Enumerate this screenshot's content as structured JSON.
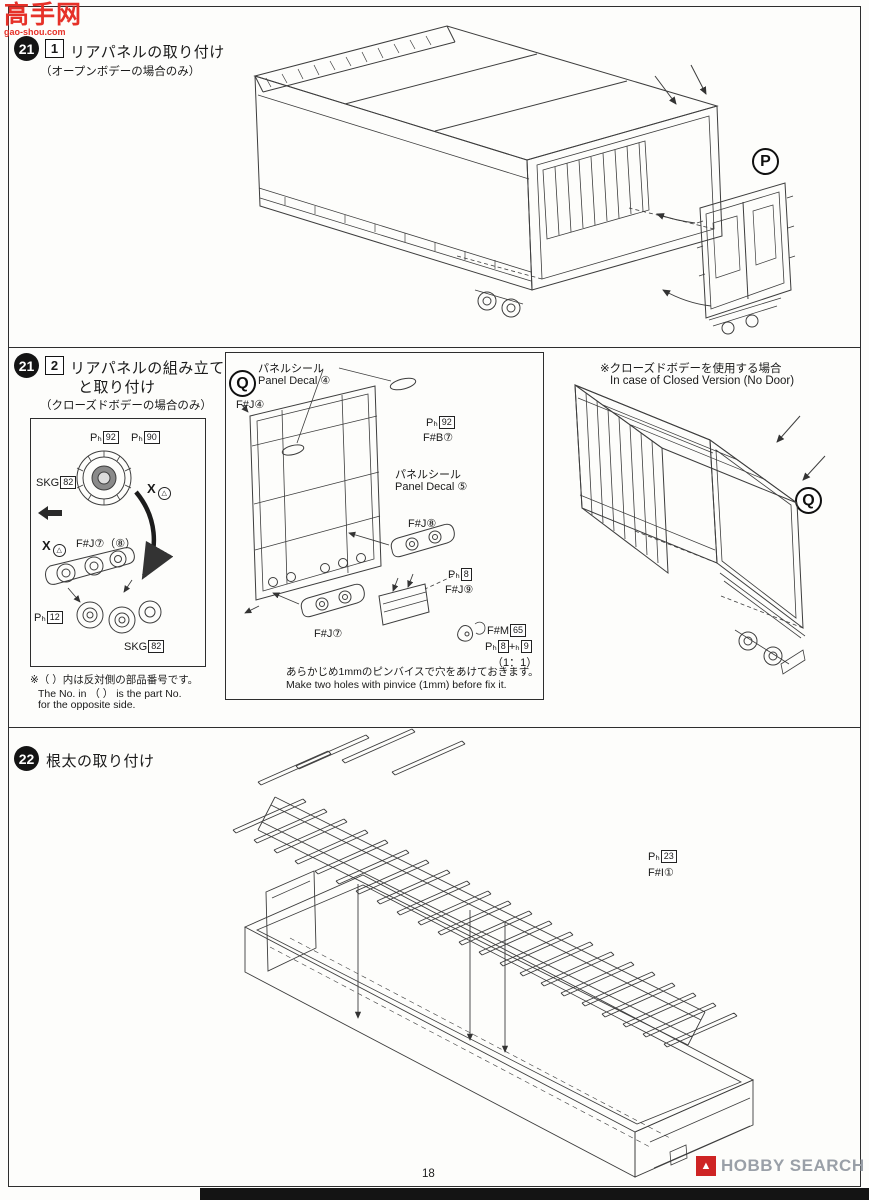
{
  "watermark": {
    "title": "高手网",
    "url": "gao-shou.com"
  },
  "icons": {
    "triangle": "△",
    "logo_mark": "▲"
  },
  "step21a": {
    "badge": "21",
    "sub_badge": "1",
    "title": "リアパネルの取り付け",
    "subtitle": "（オープンボデーの場合のみ）",
    "marker": "P"
  },
  "step21b": {
    "badge": "21",
    "sub_badge": "2",
    "title_line1": "リアパネルの組み立て",
    "title_line2": "と取り付け",
    "subtitle": "（クローズドボデーの場合のみ）",
    "marker_box": "Q",
    "marker_right": "Q",
    "closed_note_jp": "※クローズドボデーを使用する場合",
    "closed_note_en": "In case of Closed Version (No Door)",
    "footnote_jp": "※（ ）内は反対側の部品番号です。",
    "footnote_en1": "The No. in （ ） is the part No.",
    "footnote_en2": "for the opposite side.",
    "detail": {
      "ph92_p": "Pₕ",
      "ph92_n": "92",
      "ph90_p": "Pₕ",
      "ph90_n": "90",
      "skg1_p": "SKG",
      "skg1_n": "82",
      "x1": "X",
      "x2": "X",
      "fj78": "F#J⑦（⑧）",
      "ph12_p": "Pₕ",
      "ph12_n": "12",
      "skg2_p": "SKG",
      "skg2_n": "82"
    },
    "qbox": {
      "decal4_jp": "パネルシール",
      "decal4_en": "Panel Decal ④",
      "fj4": "F#J④",
      "ph92_p": "Pₕ",
      "ph92_n": "92",
      "fb7": "F#B⑦",
      "decal5_jp": "パネルシール",
      "decal5_en": "Panel Decal ⑤",
      "fj8": "F#J⑧",
      "ph8_p": "Pₕ",
      "ph8_n": "8",
      "fj9": "F#J⑨",
      "fj7": "F#J⑦",
      "fm_p": "F#M",
      "fm_n": "65",
      "ph89_p": "Pₕ",
      "ph89_n1": "8",
      "ph89_mid": "+ₕ",
      "ph89_n2": "9",
      "scale": "（1：1）",
      "note_jp": "あらかじめ1mmのピンバイスで穴をあけておきます。",
      "note_en": "Make two holes with pinvice (1mm) before fix it."
    }
  },
  "step22": {
    "badge": "22",
    "title": "根太の取り付け",
    "ph23_p": "Pₕ",
    "ph23_n": "23",
    "fi1": "F#I①"
  },
  "footer": {
    "page_number": "18",
    "brand": "HOBBY SEARCH"
  }
}
